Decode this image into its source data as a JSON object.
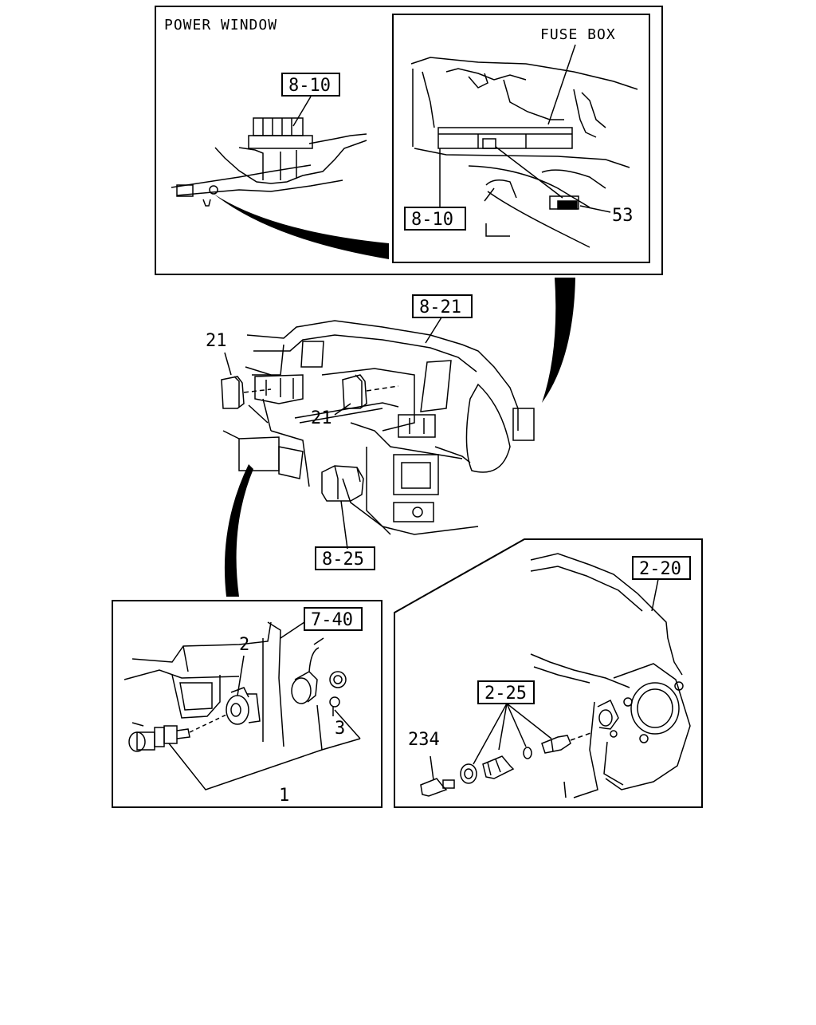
{
  "power_window": {
    "title": "POWER WINDOW",
    "ref_left": "8-10",
    "fuse_box_label": "FUSE BOX",
    "ref_inset": "8-10",
    "part_53": "53"
  },
  "dashboard": {
    "ref_top": "8-21",
    "part_21_left": "21",
    "part_21_center": "21",
    "ref_bottom": "8-25"
  },
  "lighter": {
    "ref": "7-40",
    "part_2": "2",
    "part_3": "3",
    "part_1": "1"
  },
  "transmission": {
    "ref_top": "2-20",
    "ref_group": "2-25",
    "part_234": "234"
  }
}
